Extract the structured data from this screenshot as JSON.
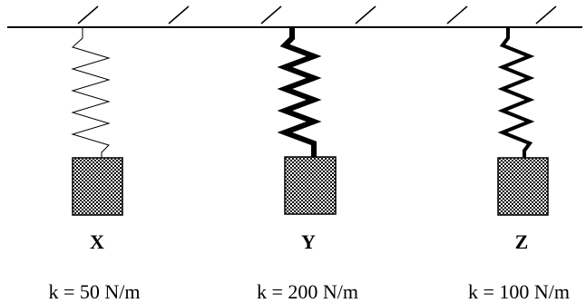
{
  "masses": [
    {
      "label": "X",
      "spring_constant": "k = 50 N/m"
    },
    {
      "label": "Y",
      "spring_constant": "k = 200 N/m"
    },
    {
      "label": "Z",
      "spring_constant": "k = 100 N/m"
    }
  ]
}
